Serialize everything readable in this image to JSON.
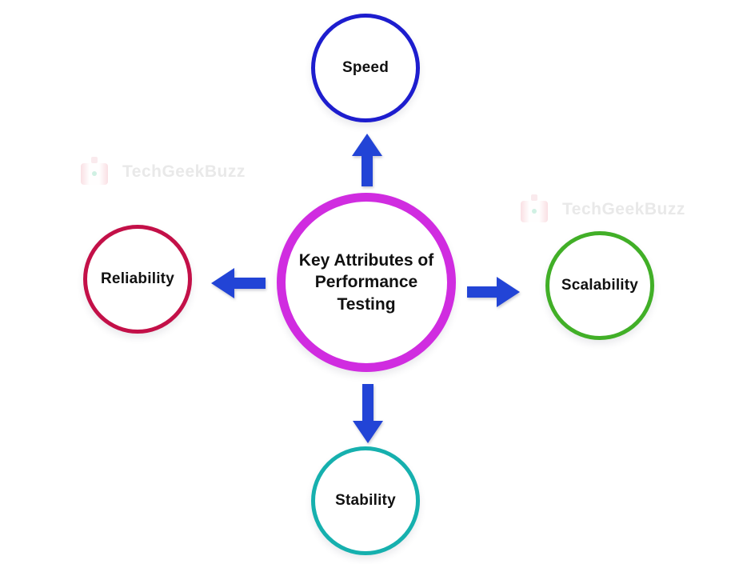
{
  "diagram": {
    "center": {
      "label": "Key Attributes of Performance Testing",
      "border_color": "#d02ce0"
    },
    "nodes": [
      {
        "id": "speed",
        "label": "Speed",
        "border_color": "#1d1dce",
        "position": "top"
      },
      {
        "id": "reliability",
        "label": "Reliability",
        "border_color": "#c31048",
        "position": "left"
      },
      {
        "id": "scalability",
        "label": "Scalability",
        "border_color": "#41af27",
        "position": "right"
      },
      {
        "id": "stability",
        "label": "Stability",
        "border_color": "#16b0ae",
        "position": "bottom"
      }
    ],
    "arrow_color": "#2244d6",
    "arrow_directions": [
      "up",
      "left",
      "right",
      "down"
    ],
    "text_color": "#111111",
    "background_color": "#ffffff"
  },
  "watermarks": [
    {
      "text": "TechGeekBuzz"
    },
    {
      "text": "TechGeekBuzz"
    }
  ]
}
